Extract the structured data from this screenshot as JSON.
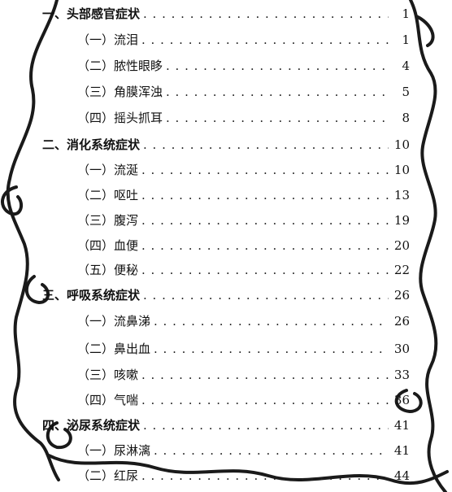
{
  "toc": {
    "entries": [
      {
        "level": "section",
        "label": "一、头部感官症状",
        "page": "1"
      },
      {
        "level": "sub",
        "label": "（一）流泪",
        "page": "1"
      },
      {
        "level": "sub",
        "label": "（二）脓性眼眵",
        "page": "4"
      },
      {
        "level": "sub",
        "label": "（三）角膜浑浊",
        "page": "5"
      },
      {
        "level": "sub",
        "label": "（四）摇头抓耳",
        "page": "8"
      },
      {
        "level": "section",
        "label": "二、消化系统症状",
        "page": "10"
      },
      {
        "level": "sub",
        "label": "（一）流涎",
        "page": "10"
      },
      {
        "level": "sub",
        "label": "（二）呕吐",
        "page": "13"
      },
      {
        "level": "sub",
        "label": "（三）腹泻",
        "page": "19"
      },
      {
        "level": "sub",
        "label": "（四）血便",
        "page": "20"
      },
      {
        "level": "sub",
        "label": "（五）便秘",
        "page": "22"
      },
      {
        "level": "section",
        "label": "三、呼吸系统症状",
        "page": "26"
      },
      {
        "level": "sub",
        "label": "（一）流鼻涕",
        "page": "26"
      },
      {
        "level": "sub",
        "label": "（二）鼻出血",
        "page": "30"
      },
      {
        "level": "sub",
        "label": "（三）咳嗽",
        "page": "33"
      },
      {
        "level": "sub",
        "label": "（四）气喘",
        "page": "36"
      },
      {
        "level": "section",
        "label": "四、泌尿系统症状",
        "page": "41"
      },
      {
        "level": "sub",
        "label": "（一）尿淋漓",
        "page": "41"
      },
      {
        "level": "sub",
        "label": "（二）红尿",
        "page": "44"
      }
    ]
  }
}
